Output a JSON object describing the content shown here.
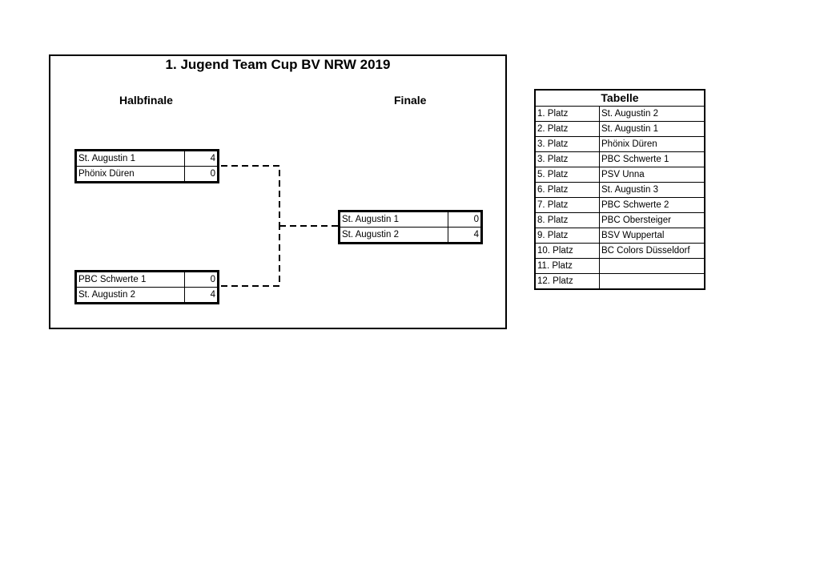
{
  "title": "1. Jugend Team Cup BV NRW 2019",
  "rounds": {
    "semifinal": "Halbfinale",
    "final": "Finale"
  },
  "matches": {
    "semi1": [
      {
        "team": "St. Augustin 1",
        "score": "4"
      },
      {
        "team": "Phönix Düren",
        "score": "0"
      }
    ],
    "semi2": [
      {
        "team": "PBC Schwerte 1",
        "score": "0"
      },
      {
        "team": "St. Augustin 2",
        "score": "4"
      }
    ],
    "final": [
      {
        "team": "St. Augustin 1",
        "score": "0"
      },
      {
        "team": "St. Augustin 2",
        "score": "4"
      }
    ]
  },
  "standings": {
    "title": "Tabelle",
    "rows": [
      {
        "place": "1. Platz",
        "club": "St. Augustin 2"
      },
      {
        "place": "2. Platz",
        "club": "St. Augustin 1"
      },
      {
        "place": "3. Platz",
        "club": "Phönix Düren"
      },
      {
        "place": "3. Platz",
        "club": "PBC Schwerte 1"
      },
      {
        "place": "5. Platz",
        "club": "PSV Unna"
      },
      {
        "place": "6. Platz",
        "club": "St. Augustin 3"
      },
      {
        "place": "7. Platz",
        "club": "PBC Schwerte 2"
      },
      {
        "place": "8. Platz",
        "club": "PBC Obersteiger"
      },
      {
        "place": "9. Platz",
        "club": "BSV Wuppertal"
      },
      {
        "place": "10. Platz",
        "club": "BC Colors Düsseldorf"
      },
      {
        "place": "11. Platz",
        "club": ""
      },
      {
        "place": "12. Platz",
        "club": ""
      }
    ]
  }
}
